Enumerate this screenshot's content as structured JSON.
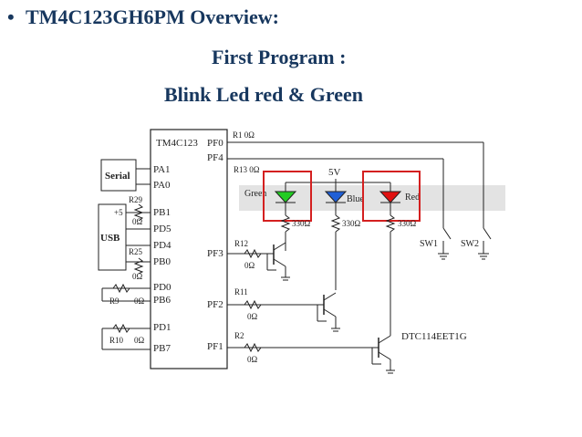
{
  "slide": {
    "bullet": "•",
    "heading": "TM4C123GH6PM Overview:",
    "subtitle1": "First Program :",
    "subtitle2": "Blink Led red & Green"
  },
  "schematic": {
    "chip_name": "TM4C123",
    "pins_left": [
      "PA1",
      "PA0",
      "PB1",
      "PD5",
      "PD4",
      "PB0",
      "PD0",
      "PB6",
      "PD1",
      "PB7"
    ],
    "pins_right": [
      "PF0",
      "PF4",
      "PF3",
      "PF2",
      "PF1"
    ],
    "boxes": {
      "serial": "Serial",
      "usb": "USB"
    },
    "supply_small": "+5",
    "resistors": {
      "r29": "R29",
      "r29_val": "0Ω",
      "r25": "R25",
      "r25_val": "0Ω",
      "r9": "R9",
      "r9_val": "0Ω",
      "r10": "R10",
      "r10_val": "0Ω",
      "r1": "R1 0Ω",
      "r13": "R13 0Ω",
      "r12": "R12",
      "r12_val": "0Ω",
      "r11": "R11",
      "r11_val": "0Ω",
      "r2": "R2",
      "r2_val": "0Ω",
      "led_r1": "330Ω",
      "led_r2": "330Ω",
      "led_r3": "330Ω"
    },
    "supply": "5V",
    "leds": {
      "green": "Green",
      "blue": "Blue",
      "red": "Red"
    },
    "switches": {
      "sw1": "SW1",
      "sw2": "SW2"
    },
    "transistor_part": "DTC114EET1G",
    "colors": {
      "green_led": "#22cc22",
      "blue_led": "#1f5fd6",
      "red_led": "#e01010",
      "highlight": "#d42020",
      "band": "#e3e3e3"
    }
  }
}
